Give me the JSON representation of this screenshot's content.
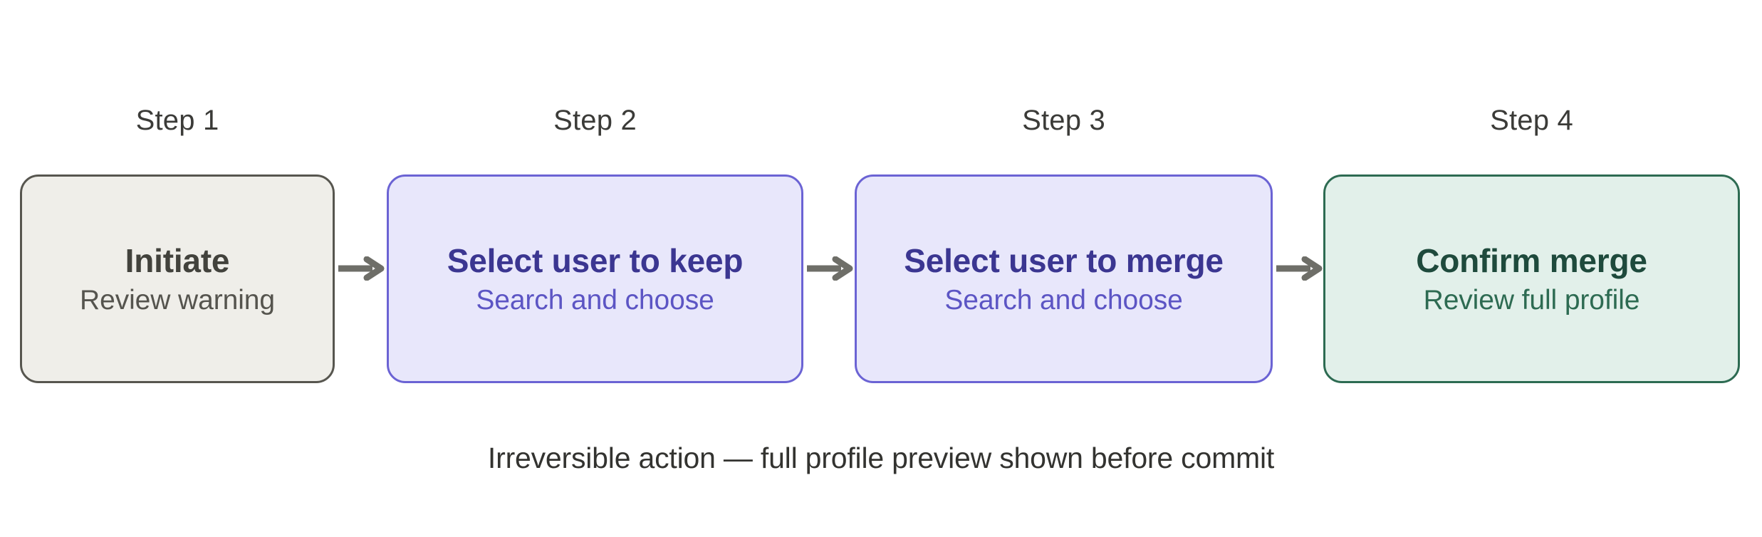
{
  "diagram": {
    "type": "flow",
    "orientation": "horizontal",
    "background_color": "#FFFFFF",
    "arrow_color": "#6E6E68",
    "steps": [
      {
        "step_label": "Step 1",
        "title": "Initiate",
        "subtitle": "Review warning",
        "variant": "neutral",
        "fill_color": "#EFEEE9",
        "border_color": "#57564F",
        "title_color": "#42423C",
        "subtitle_color": "#55544E"
      },
      {
        "step_label": "Step 2",
        "title": "Select user to keep",
        "subtitle": "Search and choose",
        "variant": "indigo",
        "fill_color": "#E8E7FB",
        "border_color": "#6B63D4",
        "title_color": "#3B3691",
        "subtitle_color": "#5C55C4"
      },
      {
        "step_label": "Step 3",
        "title": "Select user to merge",
        "subtitle": "Search and choose",
        "variant": "indigo",
        "fill_color": "#E8E7FB",
        "border_color": "#6B63D4",
        "title_color": "#3B3691",
        "subtitle_color": "#5C55C4"
      },
      {
        "step_label": "Step 4",
        "title": "Confirm merge",
        "subtitle": "Review full profile",
        "variant": "green",
        "fill_color": "#E2F0EA",
        "border_color": "#2D6B52",
        "title_color": "#1E4A3C",
        "subtitle_color": "#2D6B52"
      }
    ],
    "connectors": [
      {
        "icon": "arrow-right-icon",
        "from": "Step 1",
        "to": "Step 2"
      },
      {
        "icon": "arrow-right-icon",
        "from": "Step 2",
        "to": "Step 3"
      },
      {
        "icon": "arrow-right-icon",
        "from": "Step 3",
        "to": "Step 4"
      }
    ],
    "caption": "Irreversible action — full profile preview shown before commit"
  }
}
